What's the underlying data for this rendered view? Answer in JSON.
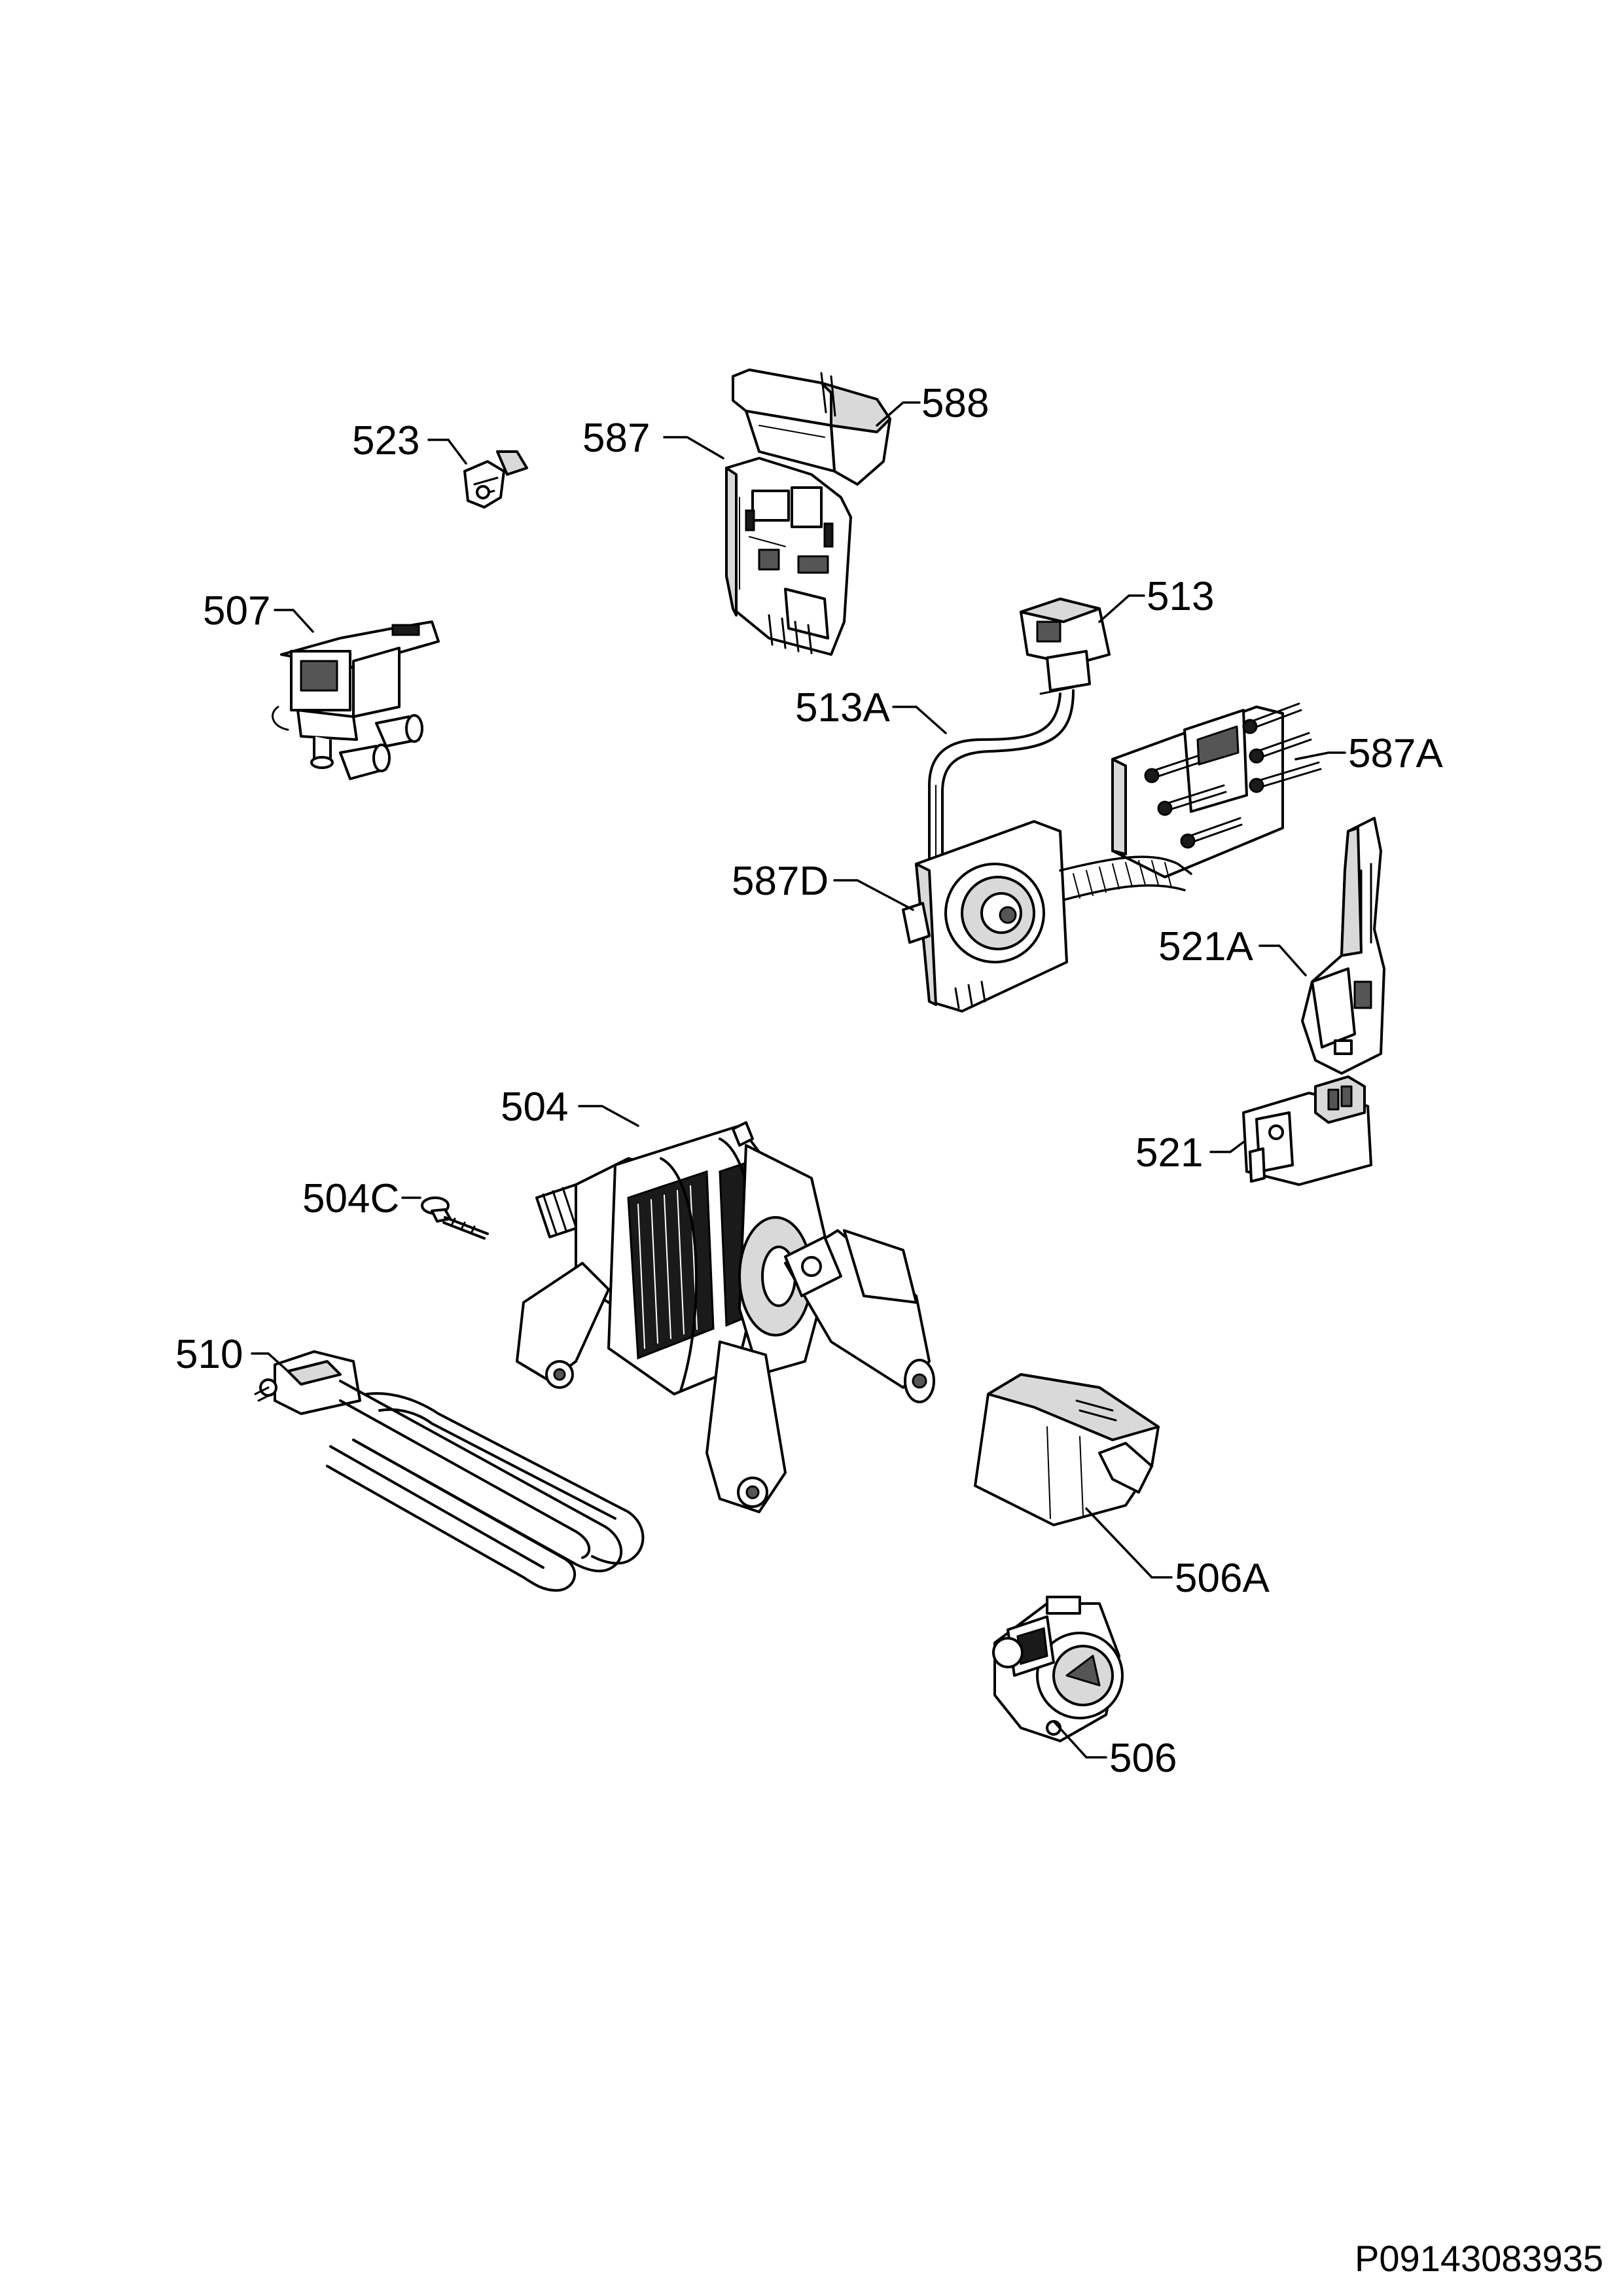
{
  "drawing_code": "P09143083935",
  "parts": [
    {
      "id": "p588",
      "label": "588"
    },
    {
      "id": "p587",
      "label": "587"
    },
    {
      "id": "p523",
      "label": "523"
    },
    {
      "id": "p507",
      "label": "507"
    },
    {
      "id": "p513",
      "label": "513"
    },
    {
      "id": "p513a",
      "label": "513A"
    },
    {
      "id": "p587a",
      "label": "587A"
    },
    {
      "id": "p587d",
      "label": "587D"
    },
    {
      "id": "p521a",
      "label": "521A"
    },
    {
      "id": "p504",
      "label": "504"
    },
    {
      "id": "p521",
      "label": "521"
    },
    {
      "id": "p504c",
      "label": "504C"
    },
    {
      "id": "p510",
      "label": "510"
    },
    {
      "id": "p506a",
      "label": "506A"
    },
    {
      "id": "p506",
      "label": "506"
    }
  ]
}
